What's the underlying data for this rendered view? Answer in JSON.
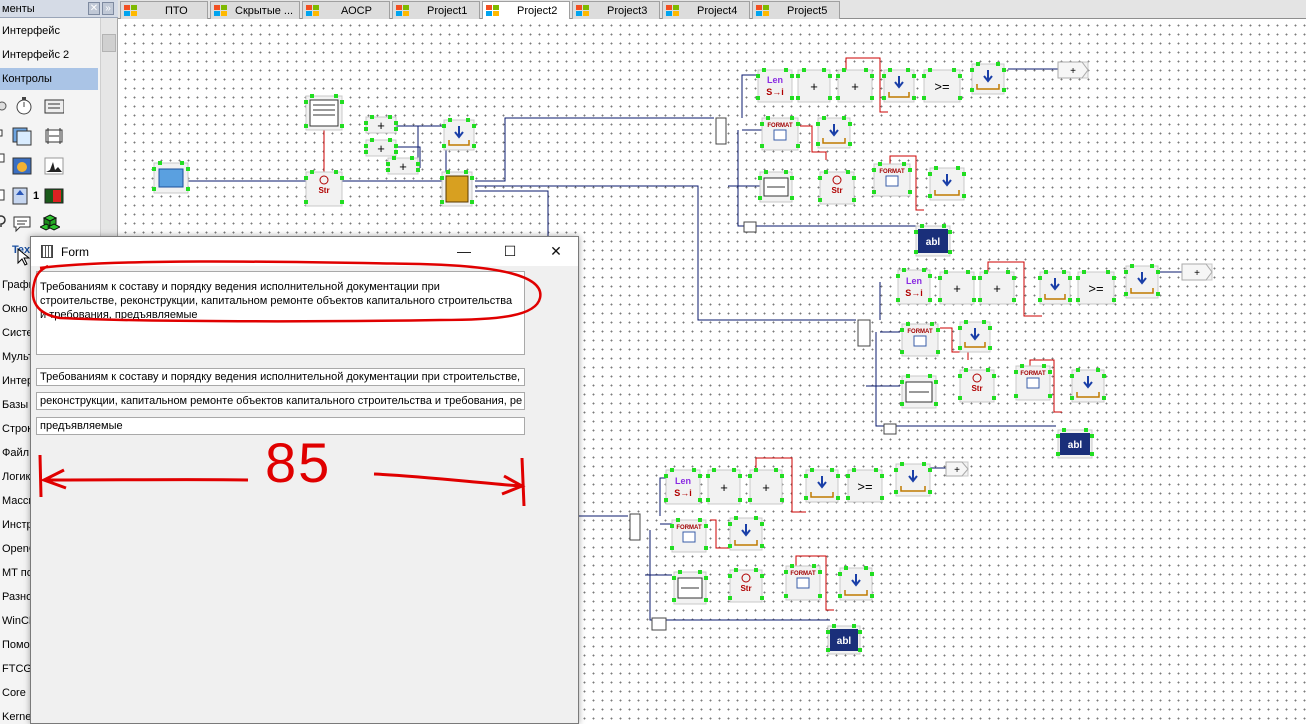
{
  "left_panel": {
    "header": "менты",
    "header_buttons": [
      "✕",
      "»"
    ],
    "categories": [
      {
        "label": "Интерфейс"
      },
      {
        "label": "Интерфейс 2"
      },
      {
        "label": "Контролы",
        "selected": true
      }
    ],
    "icon_row_label": "1",
    "partial_label": "Tex",
    "groups": [
      "Графи",
      "Окно",
      "Систе",
      "Мульт",
      "Интер",
      "Базы",
      "Строк",
      "Файл",
      "Логик",
      "Масси",
      "Инстр",
      "OpenG",
      "MT по",
      "Разно",
      "WinCE",
      "Помощ",
      "FTCG",
      "Core",
      "Kerne"
    ]
  },
  "tabs": [
    {
      "label": "ПТО"
    },
    {
      "label": "Скрытые ..."
    },
    {
      "label": "АОСР"
    },
    {
      "label": "Project1"
    },
    {
      "label": "Project2",
      "active": true
    },
    {
      "label": "Project3"
    },
    {
      "label": "Project4"
    },
    {
      "label": "Project5"
    }
  ],
  "form": {
    "title": "Form",
    "controls": {
      "minimize": "—",
      "maximize": "☐",
      "close": "✕"
    },
    "memo_text": "Требованиям к составу и порядку ведения исполнительной документации при строительстве, реконструкции, капитальном ремонте объектов капитального строительства и требования, предъявляемые",
    "edits": [
      "Требованиям к составу и порядку ведения исполнительной документации при строительстве,",
      "реконструкции, капитальном ремонте объектов капитального строительства и требования, ре",
      "предъявляемые"
    ]
  },
  "annotation": {
    "number": "85",
    "color": "#e00000"
  },
  "components": {
    "len_top": "Len",
    "len_bottom": "S→i",
    "plus": "+",
    "gte": ">=",
    "format": "FORMAT",
    "str": "Str",
    "abl": "abl"
  },
  "colors": {
    "canvas": "#ffffff",
    "wire": "#0a1a6e",
    "link": "#cc0000",
    "pin": "#22dd22",
    "accent_select": "#aac4e6"
  }
}
